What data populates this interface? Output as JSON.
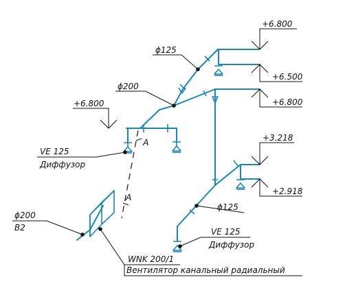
{
  "labels": {
    "level_top_right": "+6.800",
    "level_upper_right": "+6.500",
    "level_mid_right": "+6.800",
    "level_left": "+6.800",
    "level_right_3218": "+3.218",
    "level_right_2918": "+2.918",
    "dia_top": "ϕ125",
    "dia_main": "ϕ200",
    "dia_lower": "ϕ125",
    "dia_left": "ϕ200",
    "b2": "B2",
    "section_a_upper": "А",
    "section_a_lower": "А",
    "diffuser_left_model": "VE 125",
    "diffuser_left_name": "Диффузор",
    "diffuser_bottom_model": "VE 125",
    "diffuser_bottom_name": "Диффузор",
    "fan_model": "WNK 200/1",
    "fan_name": "Вентилятор канальный радиальный"
  },
  "colors": {
    "duct": "#1a86b8",
    "leader": "#111111",
    "background": "#ffffff"
  }
}
